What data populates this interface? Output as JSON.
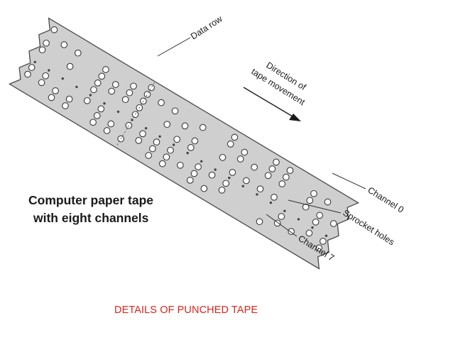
{
  "diagram": {
    "caption_lines": [
      "Computer paper tape",
      "with eight channels"
    ],
    "labels": {
      "data_row": "Data row",
      "direction_line1": "Direction of",
      "direction_line2": "tape movement",
      "channel_0": "Channel 0",
      "sprocket_holes": "Sprocket holes",
      "channel_7": "Channel 7"
    },
    "colors": {
      "tape_fill": "#cfcfcf",
      "tape_stroke": "#4a4a4a",
      "hole_fill": "#ffffff",
      "text": "#1a1a1a"
    }
  },
  "footer": {
    "caption": "DETAILS OF PUNCHED TAPE",
    "color": "#e2231a"
  }
}
